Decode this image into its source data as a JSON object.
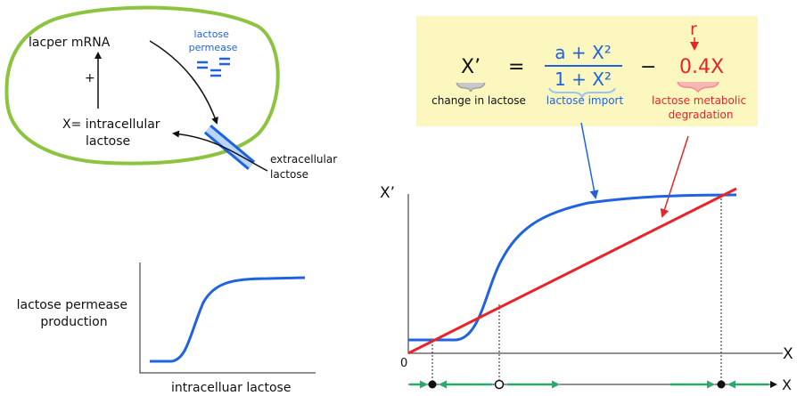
{
  "colors": {
    "cell_membrane": "#8cc43f",
    "permease": "#1f63e0",
    "import_curve": "#1f63e0",
    "degradation_line": "#e8242a",
    "flow_arrows": "#2aa86e",
    "formula_box": "#fbf7bf",
    "text": "#111111"
  },
  "cell": {
    "mrna_label": "lacper mRNA",
    "permease_label_line1": "lactose",
    "permease_label_line2": "permease",
    "plus_sign": "+",
    "intracellular_line1": "X= intracellular",
    "intracellular_line2": "lactose",
    "extracellular_line1": "extracellular",
    "extracellular_line2": "lactose"
  },
  "small_chart": {
    "ylabel_line1": "lactose permease",
    "ylabel_line2": "production",
    "xlabel": "intracelluar lactose"
  },
  "equation": {
    "lhs": "X’",
    "equals": "=",
    "numerator": "a + X²",
    "denominator": "1 + X²",
    "minus": "−",
    "rate_symbol": "r",
    "degradation_term": "0.4X",
    "lhs_caption": "change in lactose",
    "import_caption": "lactose import",
    "degradation_caption_line1": "lactose metabolic",
    "degradation_caption_line2": "degradation"
  },
  "main_plot": {
    "ylabel": "X’",
    "xlabel": "X",
    "origin_label": "0",
    "phase_line_label": "X"
  }
}
